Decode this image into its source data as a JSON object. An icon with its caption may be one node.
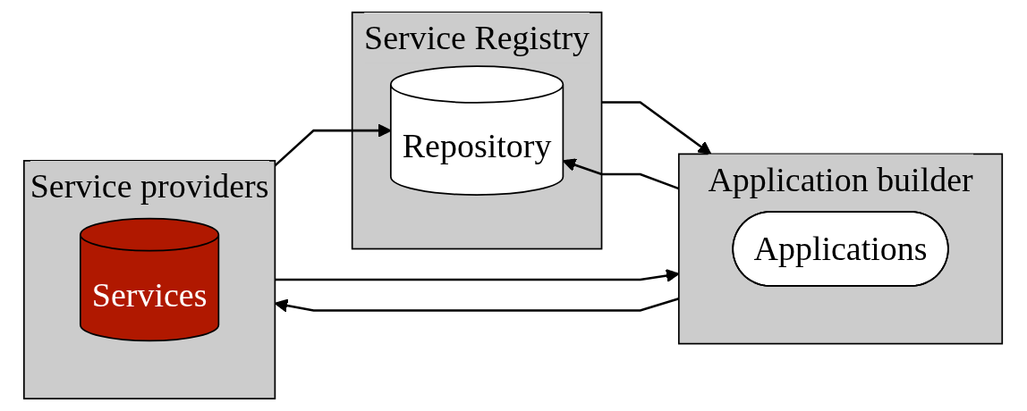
{
  "diagram": {
    "nodes": [
      {
        "text": [
          "Service Registry"
        ]
      },
      {
        "text": [
          "Repository"
        ],
        "in": 0
      },
      {
        "text": [
          "Application builder"
        ]
      },
      {
        "text": [
          "Applications"
        ],
        "in": 2
      },
      {
        "text": [
          "Service providers"
        ]
      },
      {
        "text": [
          "Services"
        ],
        "in": 4
      }
    ],
    "edges": [
      {
        "from": 0,
        "to": 2,
        "arrow": "to"
      },
      {
        "from": 2,
        "to": 1,
        "arrow": "to"
      },
      {
        "from": 4,
        "to": 1,
        "arrow": "to"
      },
      {
        "from": 2,
        "to": 4,
        "arrow": "to"
      },
      {
        "from": 4,
        "to": 2,
        "arrow": "to"
      }
    ]
  }
}
